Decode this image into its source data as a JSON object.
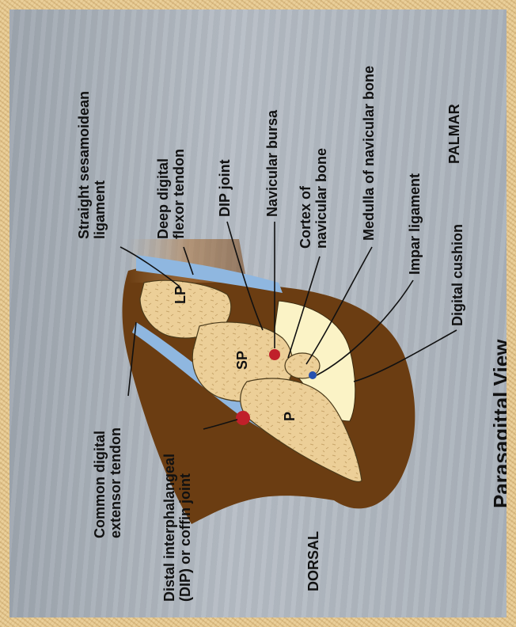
{
  "diagram": {
    "view_title": "Parasagittal View",
    "orientation_dorsal": "DORSAL",
    "orientation_palmar": "PALMAR",
    "bone_labels": {
      "lp": "LP",
      "sp": "SP",
      "p": "P"
    },
    "labels": [
      {
        "id": "straight-sesamoidean",
        "lines": [
          "Straight sesamoidean",
          "ligament"
        ]
      },
      {
        "id": "deep-digital-flexor",
        "lines": [
          "Deep digital",
          "flexor tendon"
        ]
      },
      {
        "id": "dip-joint",
        "lines": [
          "DIP joint"
        ]
      },
      {
        "id": "navicular-bursa",
        "lines": [
          "Navicular bursa"
        ]
      },
      {
        "id": "cortex-navicular",
        "lines": [
          "Cortex of",
          "navicular bone"
        ]
      },
      {
        "id": "medulla-navicular",
        "lines": [
          "Medulla of navicular bone"
        ]
      },
      {
        "id": "impar-ligament",
        "lines": [
          "Impar ligament"
        ]
      },
      {
        "id": "digital-cushion",
        "lines": [
          "Digital cushion"
        ]
      },
      {
        "id": "common-digital-extensor",
        "lines": [
          "Common digital",
          "extensor tendon"
        ]
      },
      {
        "id": "distal-interphalangeal",
        "lines": [
          "Distal interphalangeal",
          "(DIP) or coffin joint"
        ]
      }
    ]
  }
}
